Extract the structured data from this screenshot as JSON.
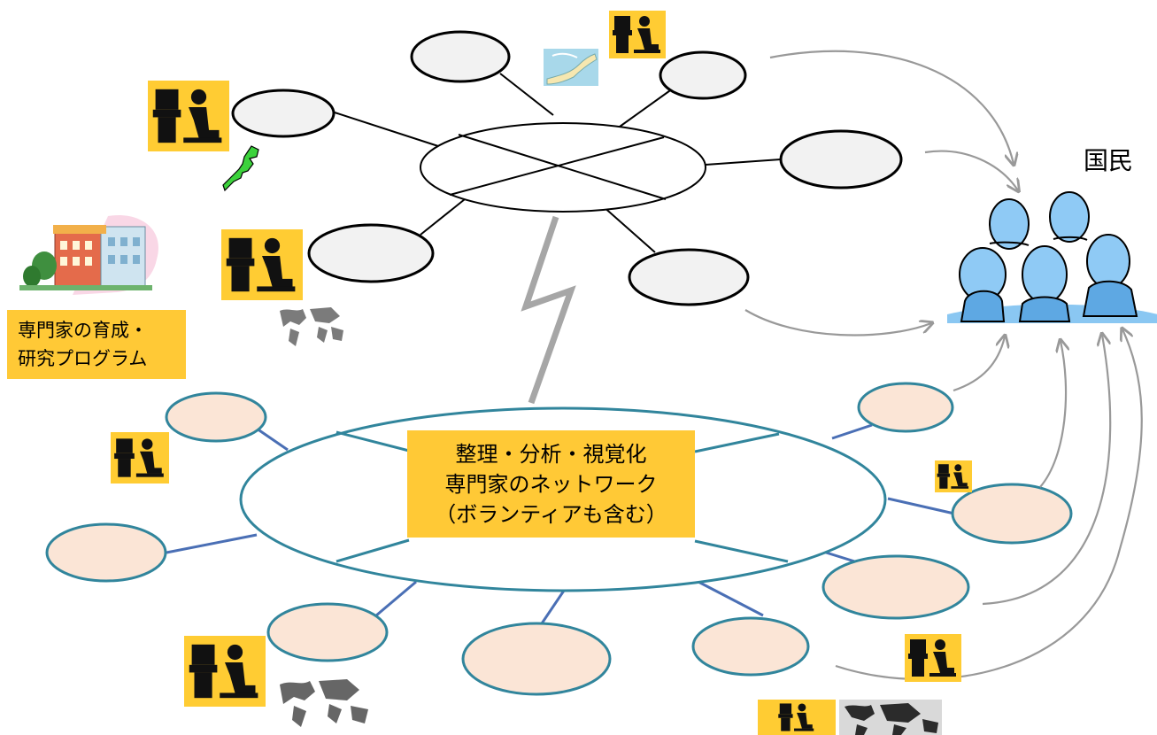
{
  "citizen_label": "国民",
  "center_label": {
    "line1": "整理・分析・視覚化",
    "line2": "専門家のネットワーク",
    "line3": "（ボランティアも含む）"
  },
  "training_label": {
    "line1": "専門家の育成・",
    "line2": "研究プログラム"
  },
  "colors": {
    "grey_node": "#f2f2f2",
    "peach_node": "#fbe5d6",
    "teal_ring": "#31859c",
    "blue_spoke": "#4a6fb5",
    "arrow": "#999999",
    "highlight": "#ffc936"
  },
  "icons": [
    "worker-at-computer-icon",
    "japan-map-icon",
    "world-puzzle-map-icon",
    "building-icon",
    "people-group-icon"
  ]
}
